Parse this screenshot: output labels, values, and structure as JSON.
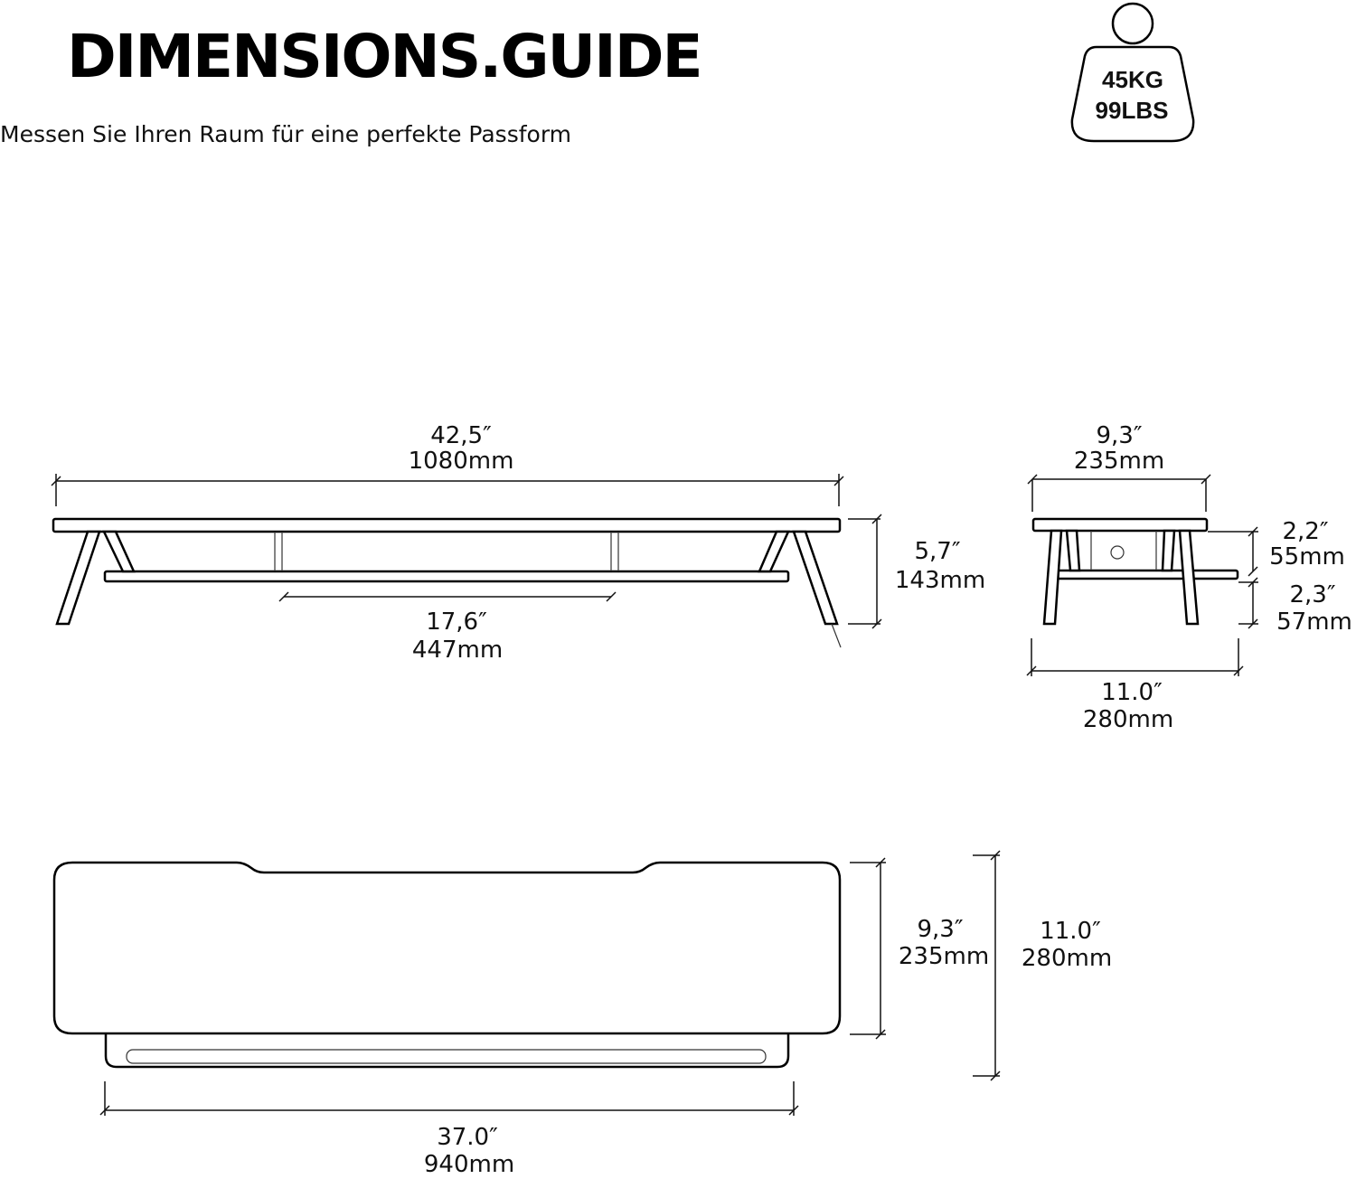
{
  "header": {
    "title": "DIMENSIONS.GUIDE",
    "subtitle": "Messen Sie Ihren Raum für eine perfekte Passform"
  },
  "weight_badge": {
    "kg": "45KG",
    "lbs": "99LBS"
  },
  "front_view": {
    "width": {
      "inch": "42,5″",
      "mm": "1080mm"
    },
    "height": {
      "inch": "5,7″",
      "mm": "143mm"
    },
    "shelf_width": {
      "inch": "17,6″",
      "mm": "447mm"
    }
  },
  "side_view": {
    "top_depth": {
      "inch": "9,3″",
      "mm": "235mm"
    },
    "upper_gap": {
      "inch": "2,2″",
      "mm": "55mm"
    },
    "lower_gap": {
      "inch": "2,3″",
      "mm": "57mm"
    },
    "total_depth": {
      "inch": "11.0″",
      "mm": "280mm"
    }
  },
  "top_view": {
    "top_depth": {
      "inch": "9,3″",
      "mm": "235mm"
    },
    "total_depth": {
      "inch": "11.0″",
      "mm": "280mm"
    },
    "shelf_width": {
      "inch": "37.0″",
      "mm": "940mm"
    }
  }
}
